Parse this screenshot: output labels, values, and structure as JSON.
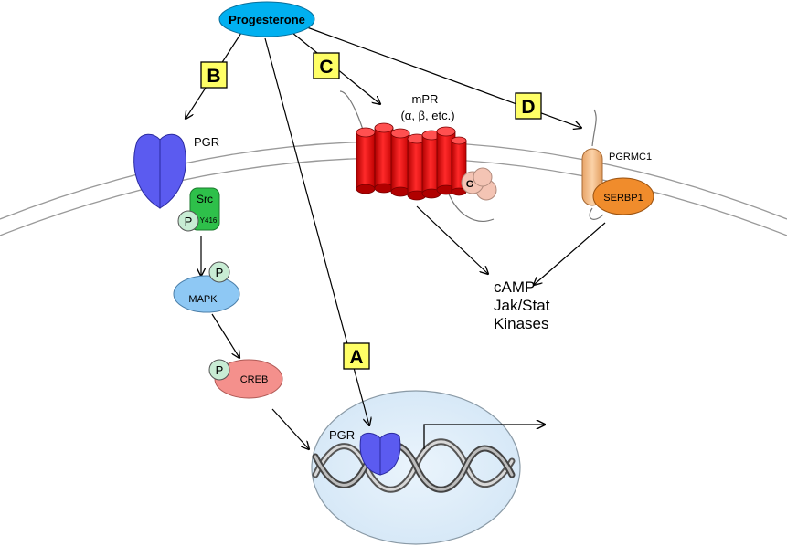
{
  "ligand": {
    "label": "Progesterone",
    "color": "#00b0f0"
  },
  "pathways": {
    "A": {
      "label": "A"
    },
    "B": {
      "label": "B"
    },
    "C": {
      "label": "C"
    },
    "D": {
      "label": "D"
    }
  },
  "box_color": "#ffff66",
  "receptors": {
    "pgr_membrane": {
      "label": "PGR",
      "color": "#5b5bf0"
    },
    "pgr_nucleus": {
      "label": "PGR",
      "color": "#5b5bf0"
    },
    "mpr": {
      "label_line1": "mPR",
      "label_line2": "(α, β, etc.)",
      "color": "#ff0000"
    },
    "g_protein": {
      "label": "G",
      "color": "#f4c4b4"
    },
    "pgrmc1": {
      "label": "PGRMC1",
      "color": "#f8c89a"
    },
    "serbp1": {
      "label": "SERBP1",
      "color": "#f08c2c"
    }
  },
  "kinases": {
    "src": {
      "label": "Src",
      "site": "Y416",
      "color": "#2ec04a"
    },
    "p_label": "P",
    "p_color": "#c8ecd4",
    "mapk": {
      "label": "MAPK",
      "color": "#8ec8f4"
    },
    "creb": {
      "label": "CREB",
      "color": "#f4908c"
    }
  },
  "outputs": {
    "line1": "cAMP",
    "line2": "Jak/Stat",
    "line3": "Kinases"
  },
  "nucleus_color": "#deeefa"
}
